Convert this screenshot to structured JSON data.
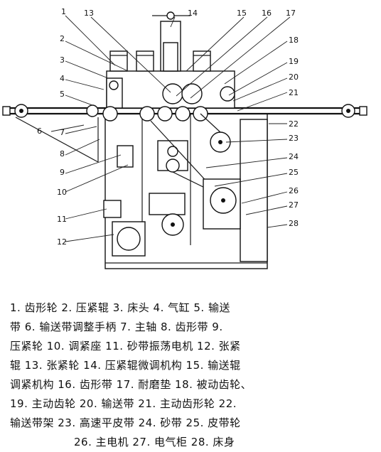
{
  "figure": {
    "callouts": [
      "1",
      "2",
      "3",
      "4",
      "5",
      "6",
      "7",
      "8",
      "9",
      "10",
      "11",
      "12",
      "13",
      "14",
      "15",
      "16",
      "17",
      "18",
      "19",
      "20",
      "21",
      "22",
      "23",
      "24",
      "25",
      "26",
      "27",
      "28"
    ]
  },
  "caption": {
    "lines": [
      "1. 齿形轮   2. 压紧辊   3. 床头   4. 气缸   5. 输送",
      "带   6. 输送带调整手柄   7. 主轴   8. 齿形带   9.",
      "压紧轮   10. 调紧座   11. 砂带振荡电机   12. 张紧",
      "辊   13. 张紧轮   14. 压紧辊微调机构   15. 输送辊",
      "调紧机构   16. 齿形带   17. 耐磨垫   18. 被动齿轮、",
      "19. 主动齿轮   20. 输送带   21. 主动齿形轮   22.",
      "输送带架   23. 高速平皮带   24. 砂带   25. 皮带轮",
      "26. 主电机   27. 电气柜   28. 床身"
    ]
  }
}
